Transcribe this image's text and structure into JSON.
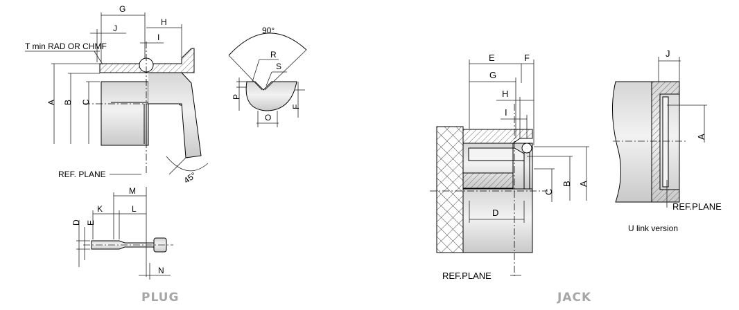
{
  "plug": {
    "caption": "PLUG",
    "labels": {
      "G": "G",
      "J": "J",
      "H": "H",
      "I": "I",
      "A": "A",
      "B": "B",
      "C": "C",
      "tmin": "T min RAD OR CHMF",
      "ref_plane": "REF. PLANE",
      "angle45": "45°",
      "M": "M",
      "K": "K",
      "L": "L",
      "D": "D",
      "E": "E",
      "N": "N"
    },
    "detail": {
      "angle90": "90°",
      "R": "R",
      "S": "S",
      "P": "P",
      "O": "O",
      "F": "F"
    }
  },
  "jack": {
    "caption": "JACK",
    "labels": {
      "E": "E",
      "F": "F",
      "G": "G",
      "H": "H",
      "I": "I",
      "A": "A",
      "B": "B",
      "C": "C",
      "D": "D",
      "ref_plane": "REF.PLANE"
    },
    "ulink": {
      "J": "J",
      "A": "A",
      "ref_plane": "REF.PLANE",
      "note": "U link version"
    }
  },
  "colors": {
    "line": "#000000",
    "dim_line": "#222222",
    "caption": "#a6a6a6",
    "part_fill": "#e2e2e2",
    "hatch": "#555555"
  }
}
